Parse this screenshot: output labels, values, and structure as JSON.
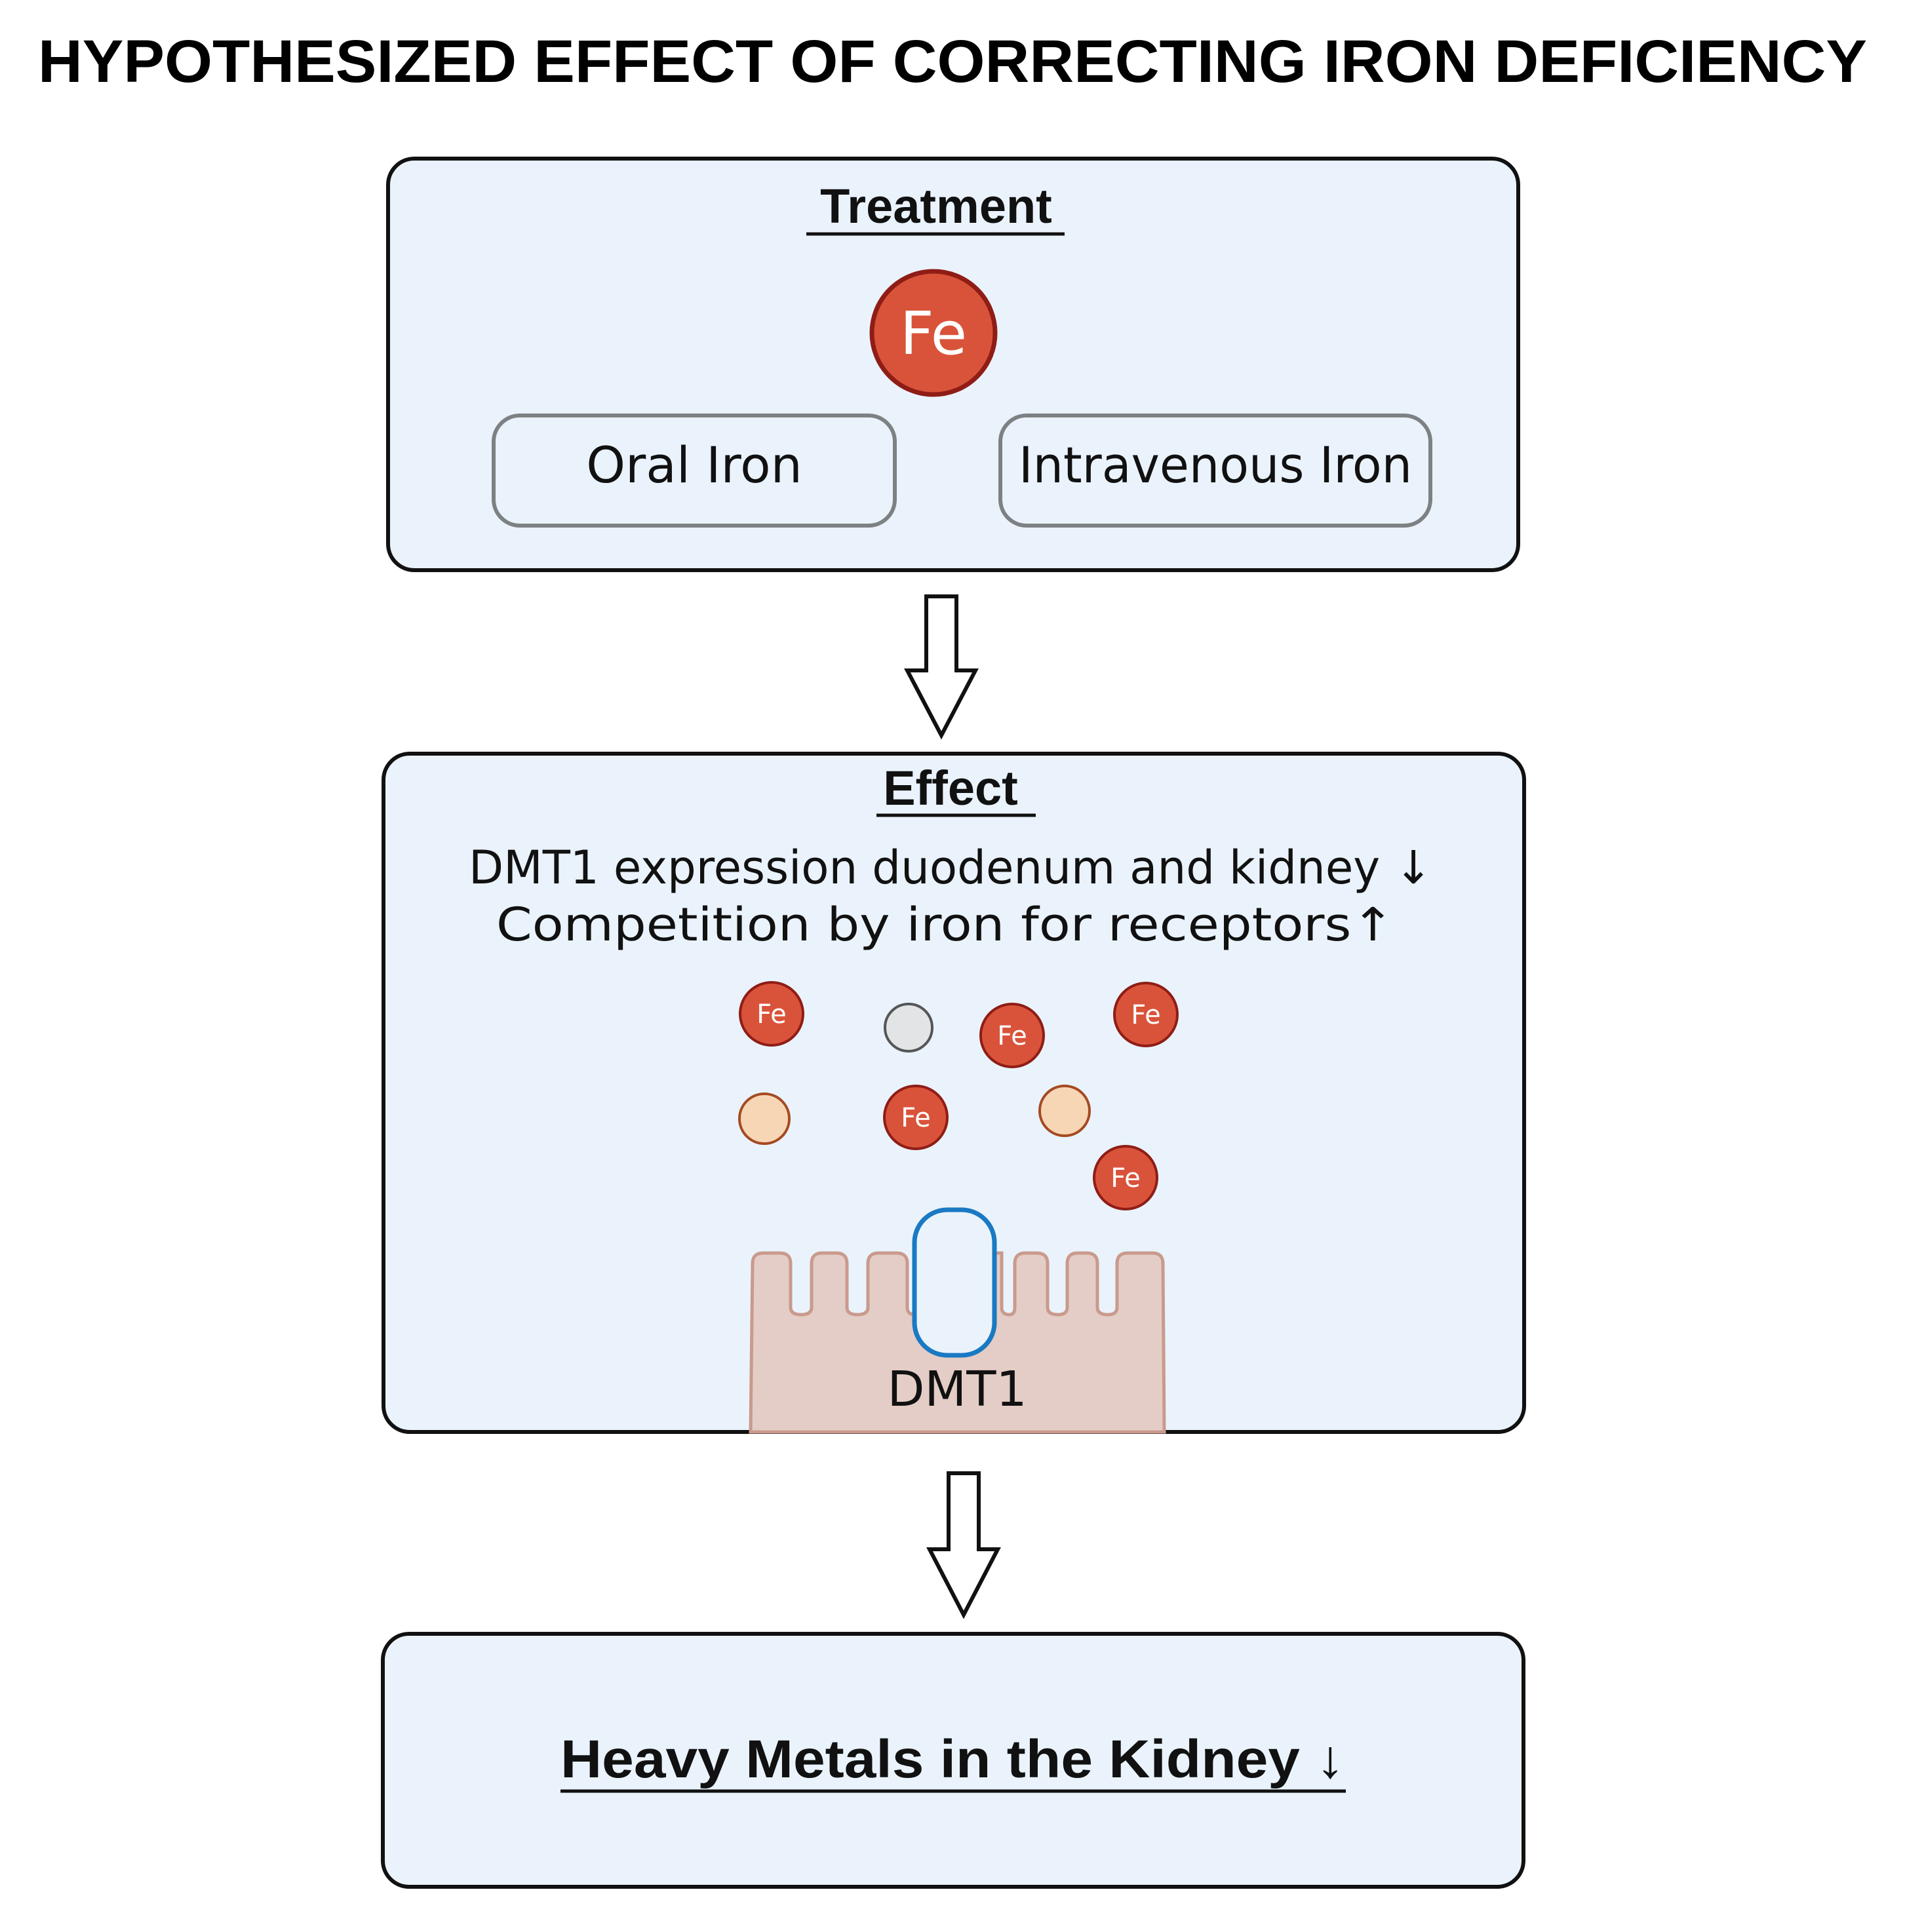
{
  "title": "HYPOTHESIZED EFFECT OF CORRECTING IRON DEFICIENCY",
  "treatment": {
    "heading": "Treatment",
    "iron_symbol": "Fe",
    "options": [
      "Oral Iron",
      "Intravenous Iron"
    ]
  },
  "effect": {
    "heading": "Effect",
    "lines": [
      "DMT1 expression duodenum and kidney ↓",
      "Competition by iron for receptors↑"
    ],
    "particle_label": "Fe",
    "transporter_label": "DMT1"
  },
  "result": {
    "text": "Heavy Metals in the Kidney ↓"
  },
  "colors": {
    "box_fill": "#eaf3fc",
    "iron_fill": "#d9533a",
    "iron_stroke": "#8f1d16",
    "tissue_fill": "#e4cdc6",
    "transporter_stroke": "#1a79c3"
  }
}
